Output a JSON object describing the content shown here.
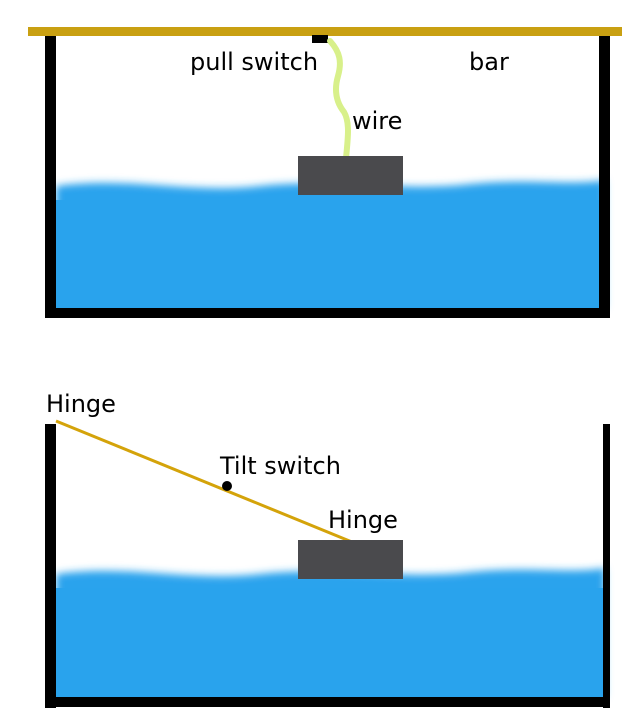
{
  "diagram_top": {
    "labels": {
      "pull_switch": "pull switch",
      "bar": "bar",
      "wire": "wire"
    }
  },
  "diagram_bottom": {
    "labels": {
      "hinge_left": "Hinge",
      "tilt_switch": "Tilt switch",
      "hinge_float": "Hinge"
    }
  },
  "colors": {
    "water": "#29a3ed",
    "bar": "#c9a012",
    "tank_wall": "#000000",
    "float_block": "#4a4a4d",
    "wire": "#d8f08a",
    "arm": "#d4a30a"
  }
}
